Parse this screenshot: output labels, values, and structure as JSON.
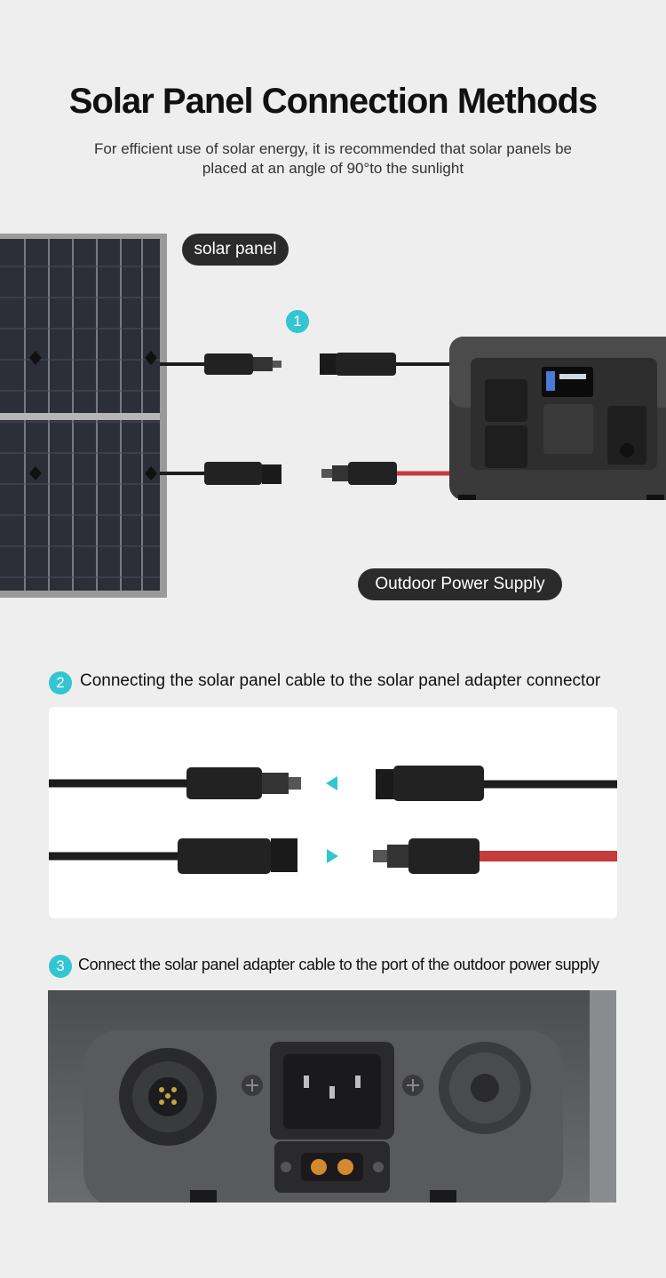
{
  "header": {
    "title": "Solar Panel Connection Methods",
    "subtitle": "For efficient use of solar energy, it is recommended that solar panels be placed at an angle of 90°to the sunlight"
  },
  "diagram": {
    "solar_panel_label": "solar panel",
    "power_supply_label": "Outdoor Power Supply",
    "step1_number": "1"
  },
  "steps": [
    {
      "number": "2",
      "text": "Connecting the solar panel cable to the solar panel adapter connector"
    },
    {
      "number": "3",
      "text": "Connect the solar panel adapter cable to the port of the outdoor power supply"
    }
  ],
  "colors": {
    "accent": "#33c5d2",
    "cable_black": "#1c1c1c",
    "cable_red": "#c63b3b",
    "pill_bg": "#2b2b2b"
  }
}
